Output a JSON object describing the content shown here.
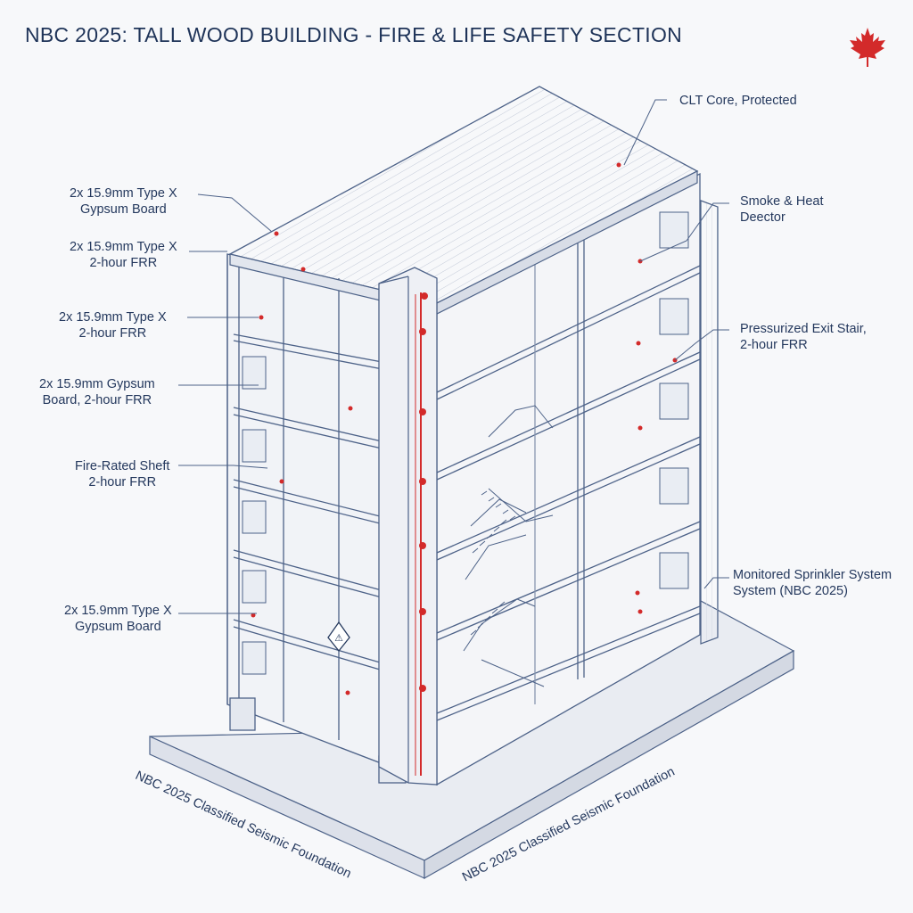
{
  "title": "NBC 2025: TALL WOOD BUILDING - FIRE & LIFE SAFETY SECTION",
  "colors": {
    "ink": "#1e3358",
    "line": "#4d6288",
    "red": "#d32a2a",
    "paper": "#f7f8fa"
  },
  "icons": [
    "maple-leaf-icon",
    "warning-sign-icon"
  ],
  "labels_left": [
    {
      "line1": "2x 15.9mm Type X",
      "line2": "Gypsum Board"
    },
    {
      "line1": "2x 15.9mm Type X",
      "line2": "2-hour FRR"
    },
    {
      "line1": "2x 15.9mm Type X",
      "line2": "2-hour FRR"
    },
    {
      "line1": "2x 15.9mm Gypsum",
      "line2": "Board, 2-hour FRR"
    },
    {
      "line1": "Fire-Rated Sheft",
      "line2": "2-hour FRR"
    },
    {
      "line1": "2x 15.9mm Type X",
      "line2": "Gypsum Board"
    }
  ],
  "labels_right": [
    {
      "line1": "CLT Core, Protected",
      "line2": ""
    },
    {
      "line1": "Smoke & Heat",
      "line2": "Deector"
    },
    {
      "line1": "Pressurized Exit Stair,",
      "line2": "2-hour FRR"
    },
    {
      "line1": "Monitored Sprinkler System",
      "line2": "System (NBC 2025)"
    }
  ],
  "foundation_labels": [
    "NBC 2025 Classified Seismic Foundation",
    "NBC 2025 Classified Seismic Foundation"
  ]
}
